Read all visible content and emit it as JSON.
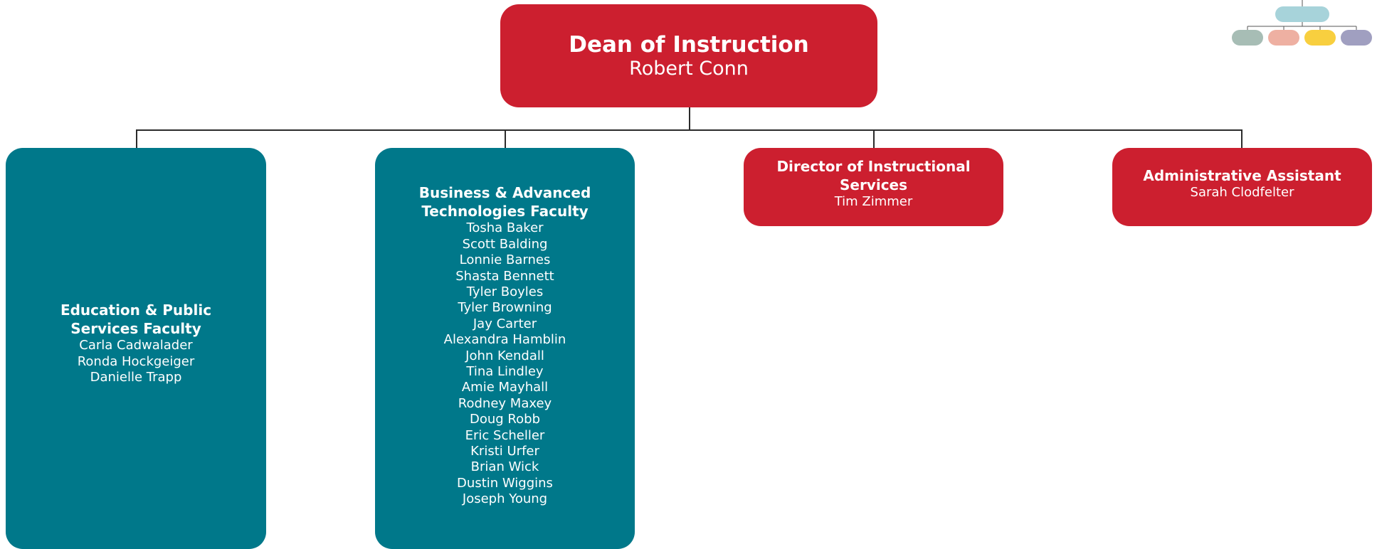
{
  "dean": {
    "title": "Dean of Instruction",
    "name": "Robert Conn"
  },
  "faculty_education": {
    "title_line1": "Education & Public",
    "title_line2": "Services Faculty",
    "members": [
      "Carla Cadwalader",
      "Ronda Hockgeiger",
      "Danielle Trapp"
    ]
  },
  "faculty_business": {
    "title_line1": "Business & Advanced",
    "title_line2": "Technologies Faculty",
    "members": [
      "Tosha Baker",
      "Scott Balding",
      "Lonnie Barnes",
      "Shasta Bennett",
      "Tyler Boyles",
      "Tyler Browning",
      "Jay Carter",
      "Alexandra Hamblin",
      "John Kendall",
      "Tina Lindley",
      "Amie Mayhall",
      "Rodney Maxey",
      "Doug Robb",
      "Eric Scheller",
      "Kristi Urfer",
      "Brian Wick",
      "Dustin Wiggins",
      "Joseph Young"
    ]
  },
  "director": {
    "title": "Director of Instructional Services",
    "name": "Tim Zimmer"
  },
  "assistant": {
    "title": "Administrative Assistant",
    "name": "Sarah Clodfelter"
  },
  "colors": {
    "red": "#cc1f2f",
    "teal": "#00788a",
    "legend_top": "#a7d3da",
    "legend_1": "#a7bdb5",
    "legend_2": "#eeb0a2",
    "legend_3": "#f8cf3f",
    "legend_4": "#a09fc0"
  }
}
